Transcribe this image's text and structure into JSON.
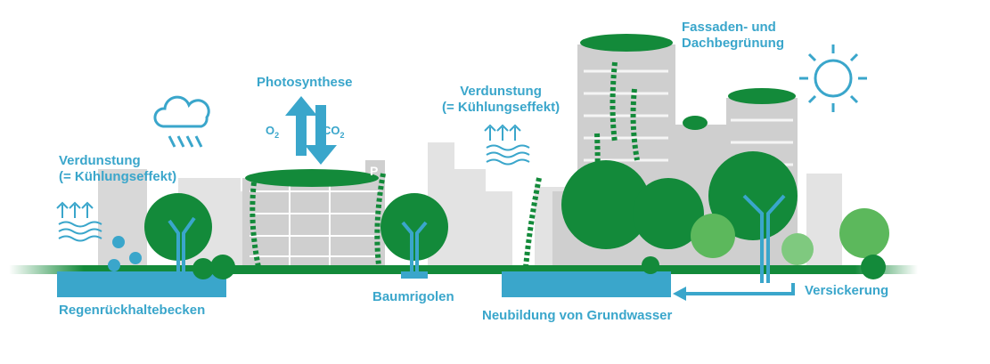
{
  "labels": {
    "photosynthese": "Photosynthese",
    "o2": "O",
    "co2": "CO",
    "subscript": "2",
    "verdunstung_left_1": "Verdunstung",
    "verdunstung_left_2": "(= Kühlungseffekt)",
    "verdunstung_mid_1": "Verdunstung",
    "verdunstung_mid_2": "(= Kühlungseffekt)",
    "fassaden_1": "Fassaden- und",
    "fassaden_2": "Dachbegrünung",
    "regenrueckhaltebecken": "Regenrückhaltebecken",
    "baumrigolen": "Baumrigolen",
    "grundwasser": "Neubildung von Grundwasser",
    "versickerung": "Versickerung",
    "parking_sign": "P"
  },
  "colors": {
    "blue": "#3aa6cb",
    "green": "#138a3a",
    "light_green": "#5cb85c",
    "gray": "#c9c9c9"
  }
}
